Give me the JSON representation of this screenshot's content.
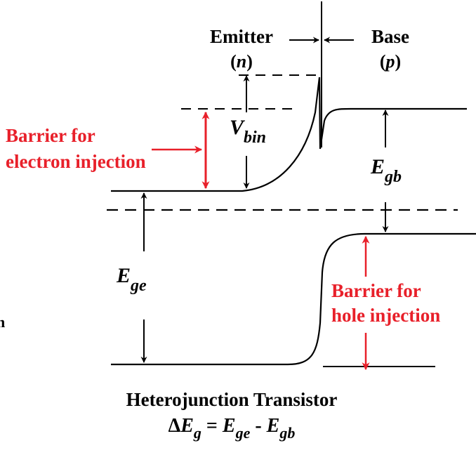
{
  "colors": {
    "ink": "#000000",
    "accent": "#e8202a",
    "background": "#ffffff"
  },
  "regions": {
    "emitter": {
      "name": "Emitter",
      "type": "n"
    },
    "base": {
      "name": "Base",
      "type": "p"
    }
  },
  "labels": {
    "vbin_main": "V",
    "vbin_sub": "bin",
    "egb_main": "E",
    "egb_sub": "gb",
    "ege_main": "E",
    "ege_sub": "ge",
    "electron_barrier_line1": "Barrier for",
    "electron_barrier_line2": "electron injection",
    "hole_barrier_line1": "Barrier for",
    "hole_barrier_line2": "hole injection"
  },
  "caption": {
    "title": "Heterojunction Transistor",
    "eq_delta": "Δ",
    "eq_e1": "E",
    "eq_s1": "g",
    "eq_mid": " = ",
    "eq_e2": "E",
    "eq_s2": "ge",
    "eq_minus": " - ",
    "eq_e3": "E",
    "eq_s3": "gb"
  },
  "stray_mark": "n"
}
